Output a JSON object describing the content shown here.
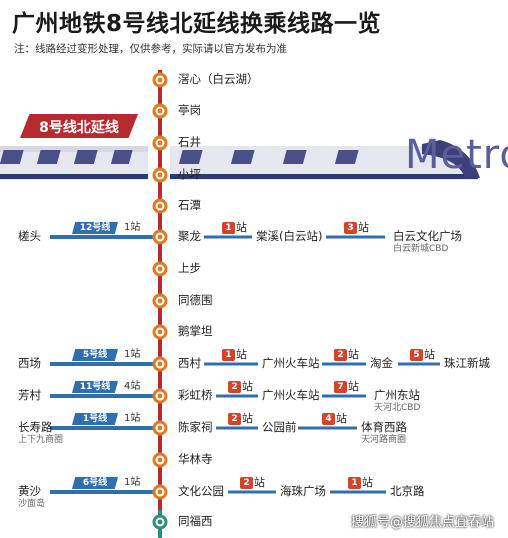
{
  "title": "广州地铁8号线北延线换乘线路一览",
  "note": "注：线路经过变形处理，仅供参考，实际请以官方发布为准",
  "line_tag": "8号线北延线",
  "metro_text": "Metro",
  "watermark": "搜狐号@搜狐焦点宜春站",
  "stations": [
    {
      "name": "滘心（白云湖）"
    },
    {
      "name": "亭岗"
    },
    {
      "name": "石井"
    },
    {
      "name": "小坪"
    },
    {
      "name": "石潭"
    },
    {
      "name": "聚龙"
    },
    {
      "name": "上步"
    },
    {
      "name": "同德围"
    },
    {
      "name": "鹅掌坦"
    },
    {
      "name": "西村"
    },
    {
      "name": "彩虹桥"
    },
    {
      "name": "陈家祠"
    },
    {
      "name": "华林寺"
    },
    {
      "name": "文化公园"
    },
    {
      "name": "同福西"
    }
  ],
  "left_transfers": [
    {
      "station": "槎头",
      "line": "12号线",
      "stops": "1站"
    },
    {
      "station": "西场",
      "line": "5号线",
      "stops": "1站"
    },
    {
      "station": "芳村",
      "line": "11号线",
      "stops": "4站"
    },
    {
      "station": "长寿路",
      "line": "1号线",
      "stops": "1站",
      "sub": "上下九商圈"
    },
    {
      "station": "黄沙",
      "line": "6号线",
      "stops": "1站",
      "sub": "沙面岛"
    }
  ],
  "right_routes": [
    {
      "row": "聚龙",
      "segs": [
        {
          "badge": "1",
          "unit": "站",
          "to": "棠溪(白云站)"
        },
        {
          "badge": "3",
          "unit": "站",
          "to": "白云文化广场",
          "sub": "白云新城CBD"
        }
      ]
    },
    {
      "row": "西村",
      "segs": [
        {
          "badge": "1",
          "unit": "站",
          "to": "广州火车站"
        },
        {
          "badge": "2",
          "unit": "站",
          "to": "淘金"
        },
        {
          "badge": "5",
          "unit": "站",
          "to": "珠江新城"
        }
      ]
    },
    {
      "row": "彩虹桥",
      "segs": [
        {
          "badge": "2",
          "unit": "站",
          "to": "广州火车站"
        },
        {
          "badge": "7",
          "unit": "站",
          "to": "广州东站",
          "sub": "天河北CBD"
        }
      ]
    },
    {
      "row": "陈家祠",
      "segs": [
        {
          "badge": "2",
          "unit": "站",
          "to": "公园前"
        },
        {
          "badge": "4",
          "unit": "站",
          "to": "体育西路",
          "sub": "天河路商圈"
        }
      ]
    },
    {
      "row": "文化公园",
      "segs": [
        {
          "badge": "2",
          "unit": "站",
          "to": "海珠广场"
        },
        {
          "badge": "1",
          "unit": "站",
          "to": "北京路"
        }
      ]
    }
  ]
}
